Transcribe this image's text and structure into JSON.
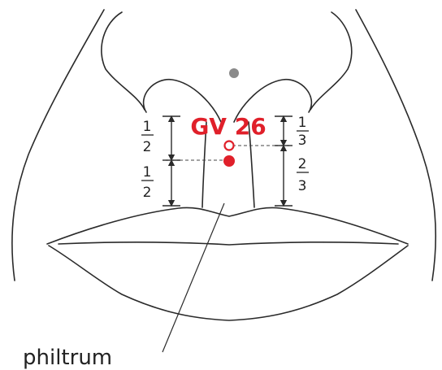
{
  "diagram": {
    "point_label": "GV 26",
    "caption": "philtrum",
    "left_scale": {
      "upper": {
        "num": "1",
        "den": "2"
      },
      "lower": {
        "num": "1",
        "den": "2"
      }
    },
    "right_scale": {
      "upper": {
        "num": "1",
        "den": "3"
      },
      "lower": {
        "num": "2",
        "den": "3"
      }
    }
  },
  "colors": {
    "accent": "#e0202a",
    "outline": "#2a2a2a",
    "nose_dot": "#8a8a8a"
  }
}
